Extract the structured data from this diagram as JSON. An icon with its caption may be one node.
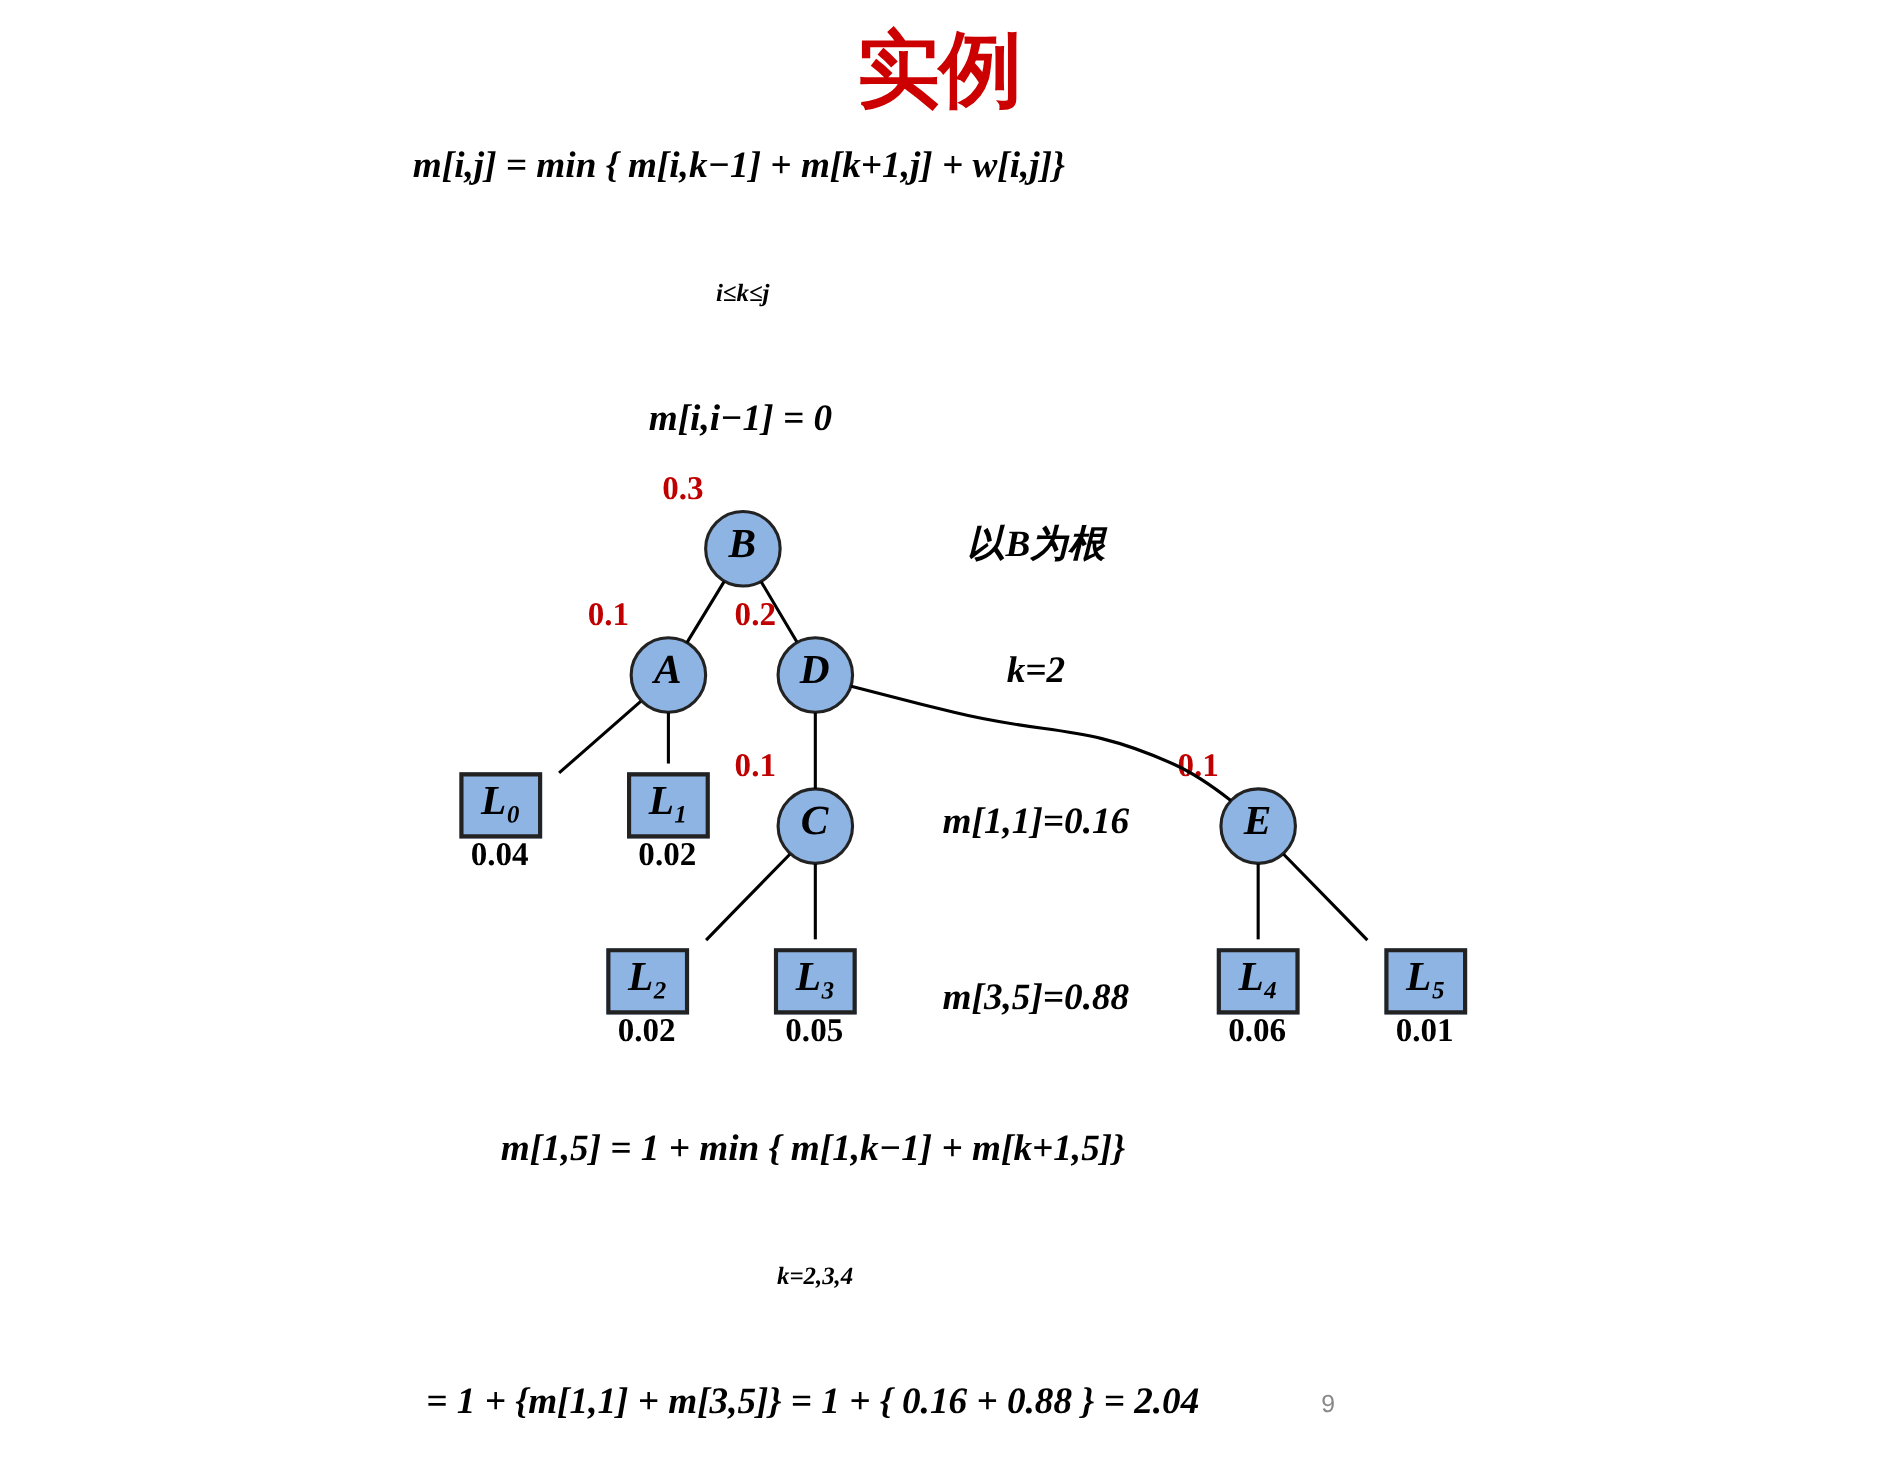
{
  "diagram": {
    "title": "实例",
    "nodes": [
      {
        "text": [
          "B"
        ],
        "beside": [
          "0.3"
        ]
      },
      {
        "text": [
          "A"
        ],
        "beside": [
          "0.1"
        ]
      },
      {
        "text": [
          "D"
        ],
        "beside": [
          "0.2"
        ]
      },
      {
        "text": [
          "L₀"
        ],
        "beside": [
          "0.04"
        ]
      },
      {
        "text": [
          "L₁"
        ],
        "beside": [
          "0.02"
        ]
      },
      {
        "text": [
          "C"
        ],
        "beside": [
          "0.1"
        ]
      },
      {
        "text": [
          "E"
        ],
        "beside": [
          "0.1"
        ]
      },
      {
        "text": [
          "L₂"
        ],
        "beside": [
          "0.02"
        ]
      },
      {
        "text": [
          "L₃"
        ],
        "beside": [
          "0.05"
        ]
      },
      {
        "text": [
          "L₄"
        ],
        "beside": [
          "0.06"
        ]
      },
      {
        "text": [
          "L₅"
        ],
        "beside": [
          "0.01"
        ]
      }
    ],
    "edges": [
      {
        "from": 0,
        "to": 1,
        "arrow": "none"
      },
      {
        "from": 0,
        "to": 2,
        "arrow": "none"
      },
      {
        "from": 1,
        "to": 3,
        "arrow": "none"
      },
      {
        "from": 1,
        "to": 4,
        "arrow": "none"
      },
      {
        "from": 2,
        "to": 5,
        "arrow": "none"
      },
      {
        "from": 2,
        "to": 6,
        "arrow": "none"
      },
      {
        "from": 5,
        "to": 7,
        "arrow": "none"
      },
      {
        "from": 5,
        "to": 8,
        "arrow": "none"
      },
      {
        "from": 6,
        "to": 9,
        "arrow": "none"
      },
      {
        "from": 6,
        "to": 10,
        "arrow": "none"
      }
    ],
    "labels": [
      "m[i,j] = min { m[i,k−1] + m[k+1,j] + w[i,j]}",
      "i≤k≤j",
      "m[i,i−1] = 0",
      "以B为根",
      "k=2",
      "m[1,1]=0.16",
      "m[3,5]=0.88",
      "m[1,5] = 1 + min { m[1,k−1] + m[k+1,5]}",
      "k=2,3,4",
      "= 1 + {m[1,1] + m[3,5]} = 1 + { 0.16 + 0.88 } = 2.04",
      "9"
    ]
  }
}
